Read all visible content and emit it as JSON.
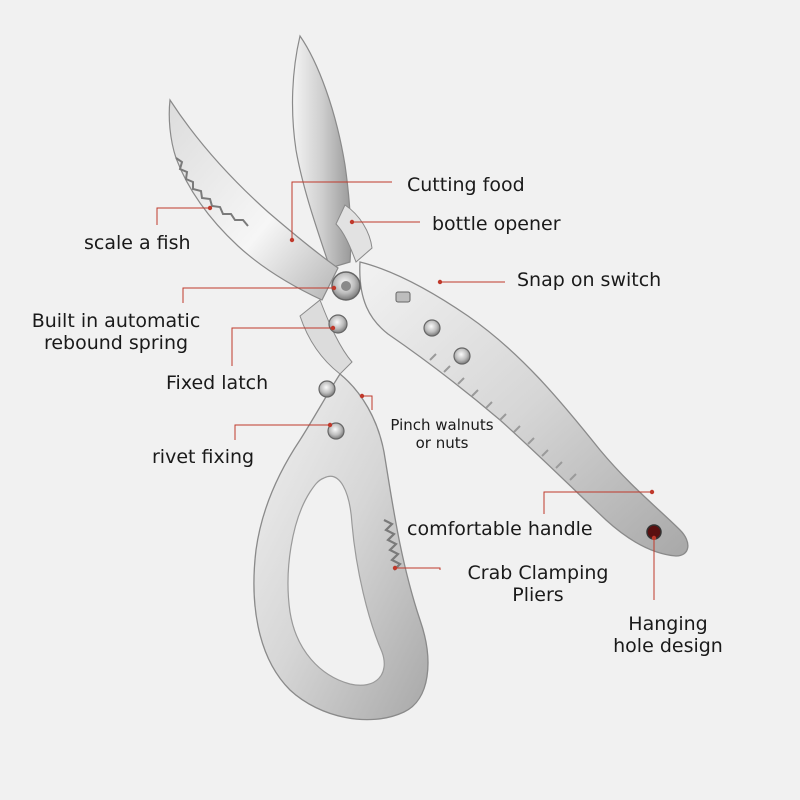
{
  "colors": {
    "background": "#f1f1f1",
    "leader_line": "#c0392b",
    "metal_light": "#e9e9e9",
    "metal_mid": "#c9c9c9",
    "metal_dark": "#8e8e8e",
    "text": "#1a1a1a"
  },
  "labels": {
    "cutting_food": "Cutting food",
    "bottle_opener": "bottle opener",
    "snap_on_switch": "Snap on switch",
    "scale_a_fish": "scale a fish",
    "rebound_spring_line1": "Built in automatic",
    "rebound_spring_line2": "rebound spring",
    "fixed_latch": "Fixed latch",
    "pinch_walnuts_line1": "Pinch walnuts",
    "pinch_walnuts_line2": "or nuts",
    "rivet_fixing": "rivet fixing",
    "comfortable_handle": "comfortable handle",
    "crab_pliers_line1": "Crab Clamping",
    "crab_pliers_line2": "Pliers",
    "hanging_hole_line1": "Hanging",
    "hanging_hole_line2": "hole design"
  }
}
